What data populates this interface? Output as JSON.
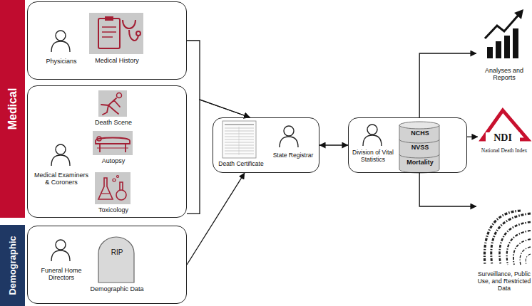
{
  "diagram": {
    "nodes": [
      {
        "text": [
          "Medical"
        ]
      },
      {
        "text": [
          "Physicians",
          "Medical History"
        ]
      },
      {
        "text": [
          "Medical Examiners & Coroners",
          "Death Scene",
          "Autopsy",
          "Toxicology"
        ]
      },
      {
        "text": [
          "Demographic"
        ]
      },
      {
        "text": [
          "Funeral Home Directors",
          "RIP",
          "Demographic Data"
        ]
      },
      {
        "text": [
          "Death Certificate",
          "State Registrar"
        ]
      },
      {
        "text": [
          "Division of Vital Statistics"
        ]
      },
      {
        "text": [
          "NCHS",
          "NVSS",
          "Mortality"
        ],
        "in": 6
      },
      {
        "text": [
          "Analyses and Reports"
        ]
      },
      {
        "text": [
          "NDI",
          "National Death Index"
        ]
      },
      {
        "text": [
          "Surveillance, Public Use, and Restricted Data"
        ]
      }
    ],
    "edges": [
      {
        "from": 1,
        "to": 5,
        "arrow": "to"
      },
      {
        "from": 2,
        "to": 5,
        "arrow": "to"
      },
      {
        "from": 4,
        "to": 5,
        "arrow": "to"
      },
      {
        "from": 5,
        "to": 6,
        "arrow": "both"
      },
      {
        "from": 6,
        "to": 8,
        "arrow": "to"
      },
      {
        "from": 6,
        "to": 9,
        "arrow": "to"
      },
      {
        "from": 6,
        "to": 10,
        "arrow": "to"
      }
    ]
  }
}
